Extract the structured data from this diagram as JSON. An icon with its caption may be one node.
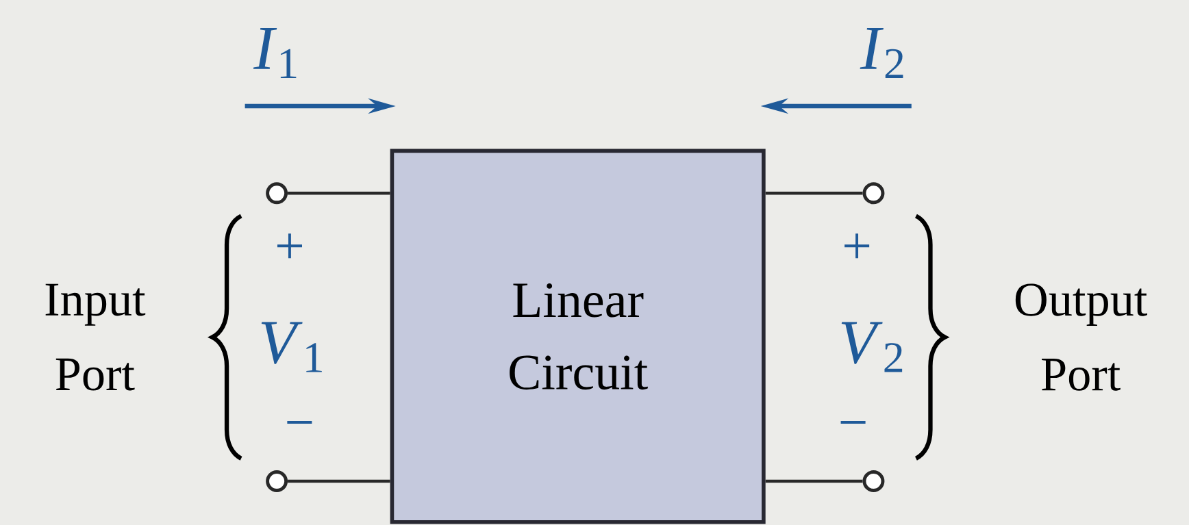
{
  "diagram": {
    "nodes": [
      {
        "text": [
          "Linear Circuit"
        ]
      },
      {
        "text": [],
        "shape": "circle"
      },
      {
        "text": [],
        "shape": "circle"
      },
      {
        "text": [],
        "shape": "circle"
      },
      {
        "text": [],
        "shape": "circle"
      }
    ],
    "edges": [
      {
        "from": 1,
        "to": 0,
        "arrow": "none"
      },
      {
        "from": 2,
        "to": 0,
        "arrow": "none"
      },
      {
        "from": 0,
        "to": 3,
        "arrow": "none"
      },
      {
        "from": 0,
        "to": 4,
        "arrow": "none"
      }
    ],
    "labels": [
      "*I*$_{1}$",
      "*I*$_{2}$",
      "+",
      "*V*$_{1}$",
      "−",
      "+",
      "*V*$_{2}$",
      "−",
      "Input Port",
      "Output Port"
    ]
  }
}
